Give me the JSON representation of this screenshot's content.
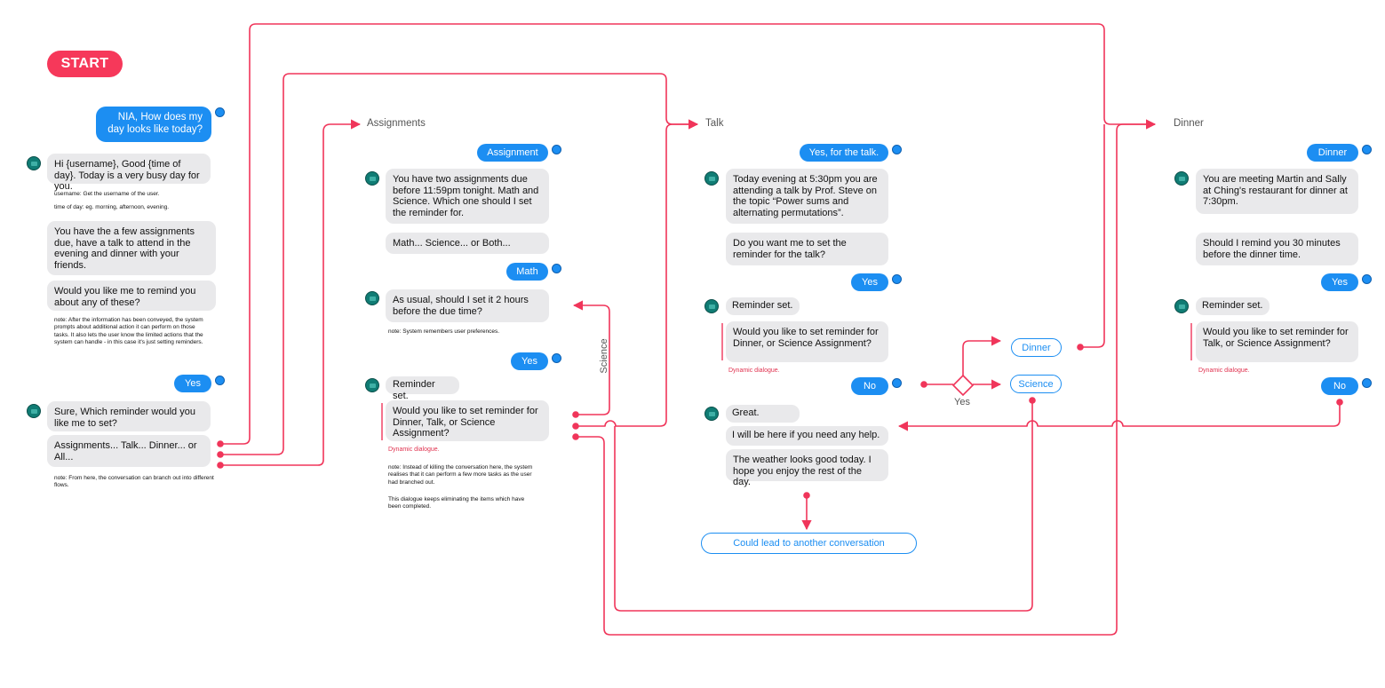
{
  "start_label": "START",
  "columns": {
    "assignments": "Assignments",
    "talk": "Talk",
    "dinner": "Dinner"
  },
  "col1": {
    "u1": "NIA, How does my day looks like today?",
    "b1": "Hi {username}, Good {time of day}. Today is a very busy day for you.",
    "note1a": "username: Get the username of the user.",
    "note1b": "time of day: eg. morning, afternoon, evening.",
    "b2": "You have the a few assignments due, have a talk to attend in the evening and dinner with your friends.",
    "b3": "Would you like me to remind you about any of these?",
    "note2": "note: After the information has been conveyed, the system prompts about additional action it can perform on those tasks. It also lets the user know the limited actions that the system can handle - in this case it's just setting reminders.",
    "u2": "Yes",
    "b4": "Sure, Which reminder would you like me to set?",
    "b5": "Assignments... Talk... Dinner... or All...",
    "note3": "note: From here, the conversation can branch out into different flows."
  },
  "col2": {
    "u1": "Assignment",
    "b1": "You have two assignments due before 11:59pm tonight. Math and Science. Which one should I set the reminder for.",
    "b2": "Math... Science... or Both...",
    "u2": "Math",
    "b3": "As usual, should I set it 2 hours before the due time?",
    "note1": "note: System remembers user preferences.",
    "u3": "Yes",
    "b4": "Reminder set.",
    "b5": "Would you like to set reminder for Dinner, Talk, or Science Assignment?",
    "dyn": "Dynamic dialogue.",
    "note2": "note: Instead of killing the conversation here, the system realises that it can perform a few more tasks as the user had branched out.",
    "note3": "This dialogue keeps eliminating the items which have been completed.",
    "science_label": "Science"
  },
  "col3": {
    "u1": "Yes, for the talk.",
    "b1": "Today evening at 5:30pm you are attending a talk by Prof. Steve on the topic “Power sums and alternating permutations”.",
    "b2": "Do you want me to set the reminder for the talk?",
    "u2": "Yes",
    "b3": "Reminder set.",
    "b4": "Would you like to set reminder for Dinner, or Science Assignment?",
    "dyn": "Dynamic dialogue.",
    "u3": "No",
    "b5": "Great.",
    "b6": "I will be here if you need any help.",
    "b7": "The weather looks good today. I hope you enjoy the rest of the day.",
    "lead": "Could lead to another conversation"
  },
  "decision": {
    "yes_label": "Yes",
    "dinner": "Dinner",
    "science": "Science"
  },
  "col4": {
    "u1": "Dinner",
    "b1": "You are meeting Martin and Sally at Ching's restaurant for dinner at 7:30pm.",
    "b2": "Should I remind you 30 minutes before the dinner time.",
    "u2": "Yes",
    "b3": "Reminder set.",
    "b4": "Would you like to set reminder for Talk, or Science Assignment?",
    "dyn": "Dynamic dialogue.",
    "u3": "No"
  },
  "colors": {
    "connector": "#f0355a",
    "user_bubble": "#1c8ef2",
    "bot_bubble": "#e9e9eb",
    "start": "#f6385a",
    "bot_icon": "#107c74"
  },
  "icons": {
    "user": "user-avatar-icon",
    "bot": "bot-avatar-icon",
    "arrow": "arrow-icon",
    "dot": "connector-dot-icon",
    "decision": "decision-diamond-icon"
  }
}
